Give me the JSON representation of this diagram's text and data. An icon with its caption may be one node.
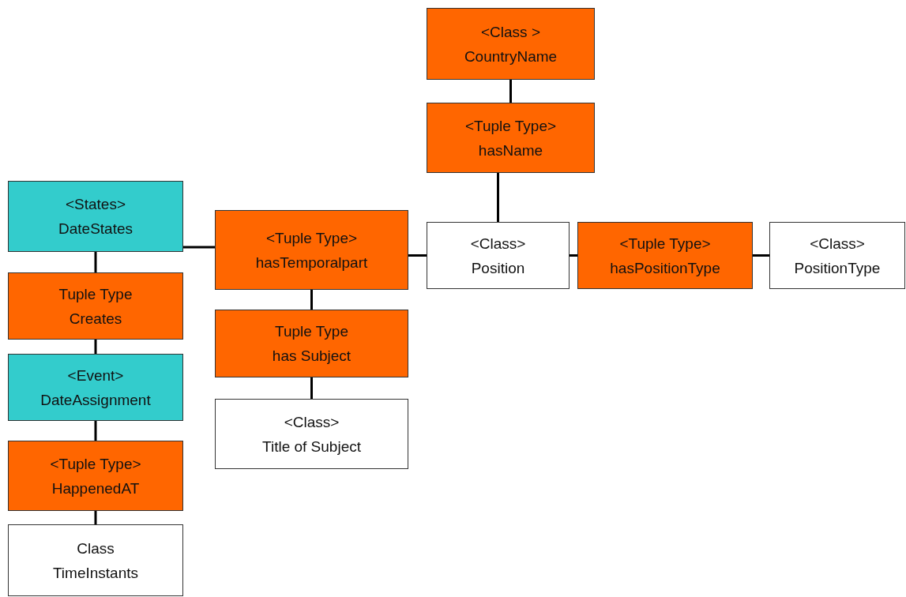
{
  "diagram": {
    "nodes": [
      {
        "text": [
          "<Class >",
          "CountryName"
        ]
      },
      {
        "text": [
          "<Tuple Type>",
          "hasName"
        ]
      },
      {
        "text": [
          "<States>",
          "DateStates"
        ]
      },
      {
        "text": [
          "<Tuple Type>",
          "hasTemporalpart"
        ]
      },
      {
        "text": [
          "<Class>",
          "Position"
        ]
      },
      {
        "text": [
          "<Tuple Type>",
          "hasPositionType"
        ]
      },
      {
        "text": [
          "<Class>",
          "PositionType"
        ]
      },
      {
        "text": [
          "Tuple Type",
          "Creates"
        ]
      },
      {
        "text": [
          "Tuple Type",
          "has Subject"
        ]
      },
      {
        "text": [
          "<Event>",
          "DateAssignment"
        ]
      },
      {
        "text": [
          "<Class>",
          "Title of Subject"
        ]
      },
      {
        "text": [
          "<Tuple Type>",
          "HappenedAT"
        ]
      },
      {
        "text": [
          "Class",
          "TimeInstants"
        ]
      }
    ],
    "edges": [
      {
        "from": 0,
        "to": 1,
        "arrow": "none"
      },
      {
        "from": 1,
        "to": 4,
        "arrow": "none"
      },
      {
        "from": 2,
        "to": 3,
        "arrow": "none"
      },
      {
        "from": 3,
        "to": 4,
        "arrow": "none"
      },
      {
        "from": 4,
        "to": 5,
        "arrow": "none"
      },
      {
        "from": 5,
        "to": 6,
        "arrow": "none"
      },
      {
        "from": 2,
        "to": 7,
        "arrow": "none"
      },
      {
        "from": 7,
        "to": 9,
        "arrow": "none"
      },
      {
        "from": 9,
        "to": 11,
        "arrow": "none"
      },
      {
        "from": 11,
        "to": 12,
        "arrow": "none"
      },
      {
        "from": 3,
        "to": 8,
        "arrow": "none"
      },
      {
        "from": 8,
        "to": 10,
        "arrow": "none"
      }
    ]
  }
}
